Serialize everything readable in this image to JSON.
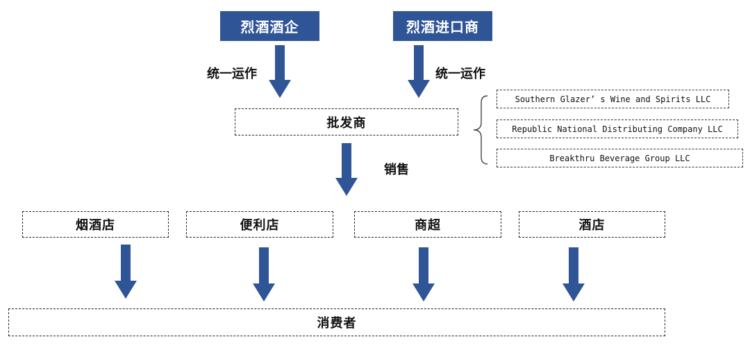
{
  "sources": {
    "left": "烈酒酒企",
    "right": "烈酒进口商"
  },
  "flow_labels": {
    "left": "统一运作",
    "right": "统一运作",
    "sales": "销售"
  },
  "wholesaler": "批发商",
  "wholesaler_examples": [
    "Southern Glazer’ s Wine and Spirits LLC",
    "Republic National Distributing Company LLC",
    "Breakthru Beverage Group LLC"
  ],
  "retail": [
    "烟酒店",
    "便利店",
    "商超",
    "酒店"
  ],
  "consumer": "消费者",
  "colors": {
    "accent": "#2f5597",
    "arrow": "#2f5597"
  }
}
